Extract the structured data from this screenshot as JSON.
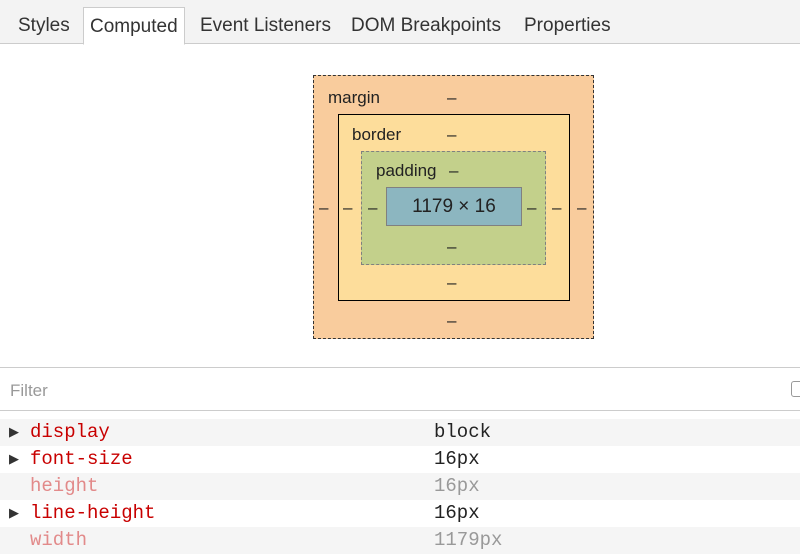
{
  "tabs": [
    {
      "label": "Styles",
      "active": false
    },
    {
      "label": "Computed",
      "active": true
    },
    {
      "label": "Event Listeners",
      "active": false
    },
    {
      "label": "DOM Breakpoints",
      "active": false
    },
    {
      "label": "Properties",
      "active": false
    }
  ],
  "box_model": {
    "margin_label": "margin",
    "border_label": "border",
    "padding_label": "padding",
    "content": "1179 × 16",
    "margin_top": "–",
    "margin_bottom": "–",
    "margin_left": "–",
    "margin_right": "–",
    "border_top": "–",
    "border_bottom": "–",
    "border_left": "–",
    "border_right": "–",
    "padding_top": "–",
    "padding_bottom": "–",
    "padding_left": "–",
    "padding_right": "–",
    "colors": {
      "margin": "#f9cc9d",
      "border": "#fddd9b",
      "padding": "#c3d08b",
      "content": "#8cb6c0"
    }
  },
  "filter": {
    "placeholder": "Filter"
  },
  "properties": [
    {
      "name": "display",
      "value": "block",
      "expandable": true,
      "inherited": false
    },
    {
      "name": "font-size",
      "value": "16px",
      "expandable": true,
      "inherited": false
    },
    {
      "name": "height",
      "value": "16px",
      "expandable": false,
      "inherited": true
    },
    {
      "name": "line-height",
      "value": "16px",
      "expandable": true,
      "inherited": false
    },
    {
      "name": "width",
      "value": "1179px",
      "expandable": false,
      "inherited": true
    }
  ],
  "icons": {
    "expand": "▶"
  },
  "colors": {
    "property_name": "#c80000",
    "property_name_dim": "#e28a8a",
    "value_dim": "#999999"
  }
}
